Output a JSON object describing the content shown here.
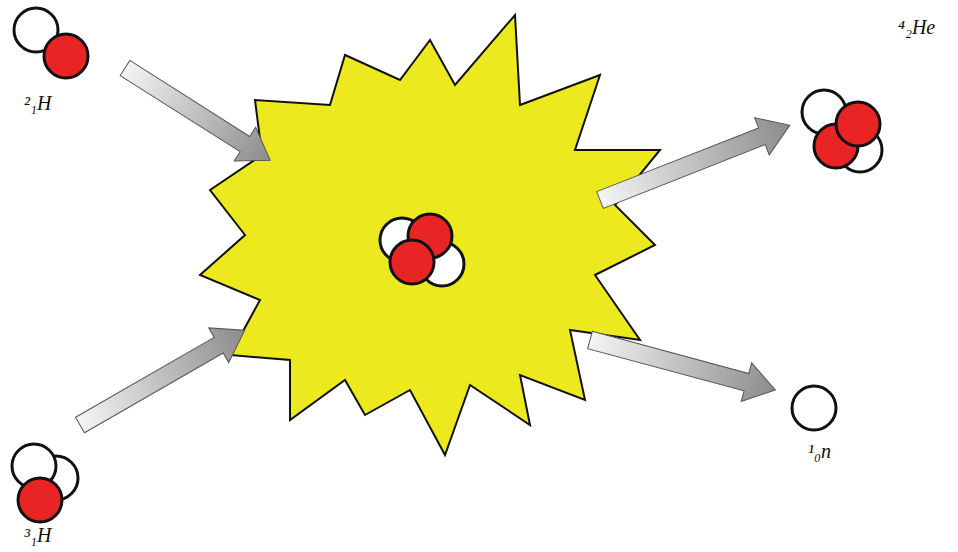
{
  "diagram": {
    "labels": [
      "²₁H",
      "³₁H",
      "⁴₂He",
      "¹₀n"
    ]
  }
}
